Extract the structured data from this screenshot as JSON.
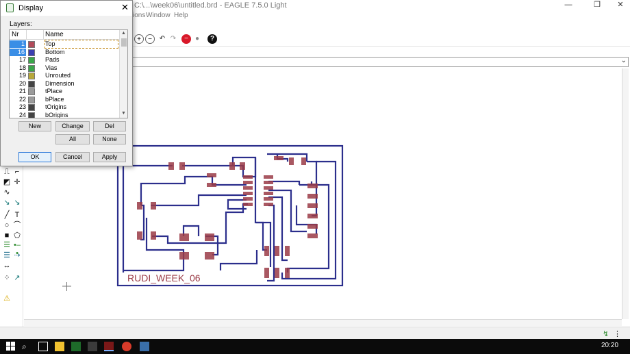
{
  "app": {
    "title": "C:\\...\\week06\\untitled.brd - EAGLE 7.5.0 Light",
    "window_controls": {
      "minimize": "—",
      "maximize": "❐",
      "close": "✕"
    },
    "menu": [
      "ions",
      "Window",
      "Help"
    ]
  },
  "board": {
    "label": "RUDI_WEEK_06",
    "colors": {
      "trace": "#2b2e8c",
      "pad": "#9a3b46",
      "outline": "#2b2e8c",
      "label": "#9a3b46"
    }
  },
  "display_dialog": {
    "title": "Display",
    "layers_label": "Layers:",
    "columns": {
      "nr": "Nr",
      "name": "Name"
    },
    "layers": [
      {
        "nr": "1",
        "name": "Top",
        "color": "#b14a5a",
        "selected": true
      },
      {
        "nr": "16",
        "name": "Bottom",
        "color": "#3b3fb0",
        "selected": true
      },
      {
        "nr": "17",
        "name": "Pads",
        "color": "#3aa64a",
        "selected": false
      },
      {
        "nr": "18",
        "name": "Vias",
        "color": "#3aa64a",
        "selected": false
      },
      {
        "nr": "19",
        "name": "Unrouted",
        "color": "#b8a83a",
        "selected": false
      },
      {
        "nr": "20",
        "name": "Dimension",
        "color": "#444444",
        "selected": false
      },
      {
        "nr": "21",
        "name": "tPlace",
        "color": "#9b9b9b",
        "selected": false
      },
      {
        "nr": "22",
        "name": "bPlace",
        "color": "#9b9b9b",
        "selected": false
      },
      {
        "nr": "23",
        "name": "tOrigins",
        "color": "#444444",
        "selected": false
      },
      {
        "nr": "24",
        "name": "bOrigins",
        "color": "#444444",
        "selected": false
      }
    ],
    "buttons": {
      "new": "New",
      "change": "Change",
      "del": "Del",
      "all": "All",
      "none": "None",
      "ok": "OK",
      "cancel": "Cancel",
      "apply": "Apply"
    }
  },
  "taskbar": {
    "clock": "20:20"
  }
}
